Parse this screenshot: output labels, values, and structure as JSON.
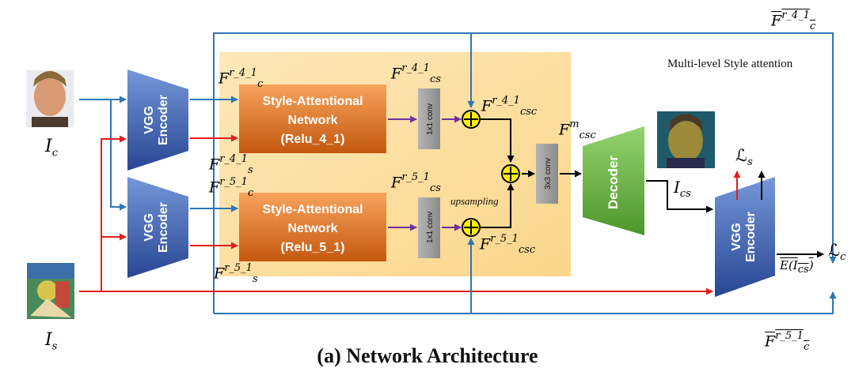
{
  "caption": "(a) Network Architecture",
  "multilevel_label": "Multi-level Style attention",
  "vgg_encoder_label": [
    "VGG",
    "Encoder"
  ],
  "decoder_label": "Decoder",
  "san_labels": [
    [
      "Style-Attentional",
      "Network",
      "(Relu_4_1)"
    ],
    [
      "Style-Attentional",
      "Network",
      "(Relu_5_1)"
    ]
  ],
  "conv1_label": "1x1  conv",
  "conv3_label": "3x3  conv",
  "upsampling_label": "upsampling",
  "inputs": {
    "content": "I",
    "content_sub": "c",
    "style": "I",
    "style_sub": "s",
    "output": "I",
    "output_sub": "cs"
  },
  "feature_labels": {
    "fc41": {
      "base": "F",
      "sup": "r_4_1",
      "sub": "c"
    },
    "fs41": {
      "base": "F",
      "sup": "r_4_1",
      "sub": "s"
    },
    "fc51": {
      "base": "F",
      "sup": "r_5_1",
      "sub": "c"
    },
    "fs51": {
      "base": "F",
      "sup": "r_5_1",
      "sub": "s"
    },
    "fcs41": {
      "base": "F",
      "sup": "r_4_1",
      "sub": "cs"
    },
    "fcs51": {
      "base": "F",
      "sup": "r_5_1",
      "sub": "cs"
    },
    "fcsc41": {
      "base": "F",
      "sup": "r_4_1",
      "sub": "csc"
    },
    "fcsc51": {
      "base": "F",
      "sup": "r_5_1",
      "sub": "csc"
    },
    "fcscm": {
      "base": "F",
      "sup": "m",
      "sub": "csc"
    },
    "fc41bar": {
      "base": "F",
      "sup": "r_4_1",
      "sub": "c"
    },
    "fc51bar": {
      "base": "F",
      "sup": "r_5_1",
      "sub": "c"
    }
  },
  "losses": {
    "style": "ℒ",
    "style_sub": "s",
    "content": "ℒ",
    "content_sub": "c",
    "eics": "E(I",
    "eics_sub": "cs",
    "eics_close": ")"
  },
  "colors": {
    "blue": "#2e75b6",
    "red": "#e0201c",
    "purple": "#7030a0",
    "black": "#000000",
    "panel": "#fbe2a9",
    "san_top": "#f4a25a",
    "san_bottom": "#c75b12",
    "encoder_top": "#6d8fd3",
    "encoder_bottom": "#2b4a9b",
    "decoder_top": "#8fcf6a",
    "decoder_bottom": "#4f9a2c",
    "conv": "#9c9c9c",
    "sum": "#ffee00"
  }
}
